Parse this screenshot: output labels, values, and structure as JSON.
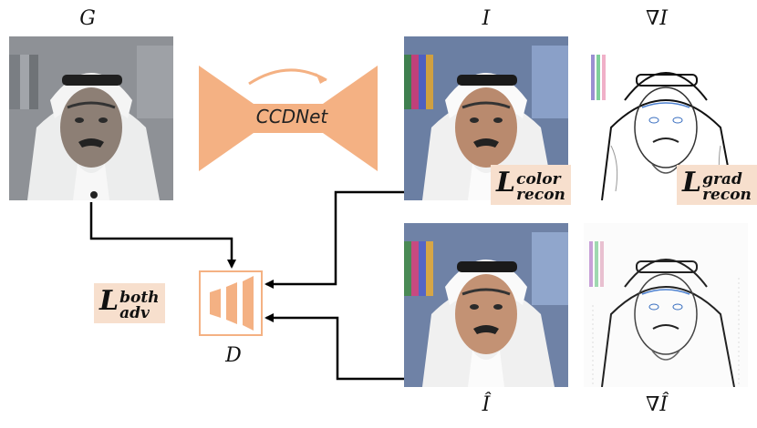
{
  "labels": {
    "g": "G",
    "i": "I",
    "grad_i": "∇I",
    "i_hat": "Î",
    "grad_i_hat": "∇Î",
    "d": "D"
  },
  "network": {
    "name": "CCDNet"
  },
  "losses": {
    "color": {
      "base": "L",
      "sup": "color",
      "sub": "recon"
    },
    "grad": {
      "base": "L",
      "sup": "grad",
      "sub": "recon"
    },
    "adv": {
      "base": "L",
      "sup": "both",
      "sub": "adv"
    }
  },
  "colors": {
    "accent": "#f4b183",
    "loss_bg": "#f7dfcd",
    "arrow": "#000000"
  },
  "icons": [
    "gray-face-photo",
    "color-face-photo",
    "gradient-map",
    "generated-face-photo",
    "generated-gradient-map",
    "discriminator-icon"
  ]
}
